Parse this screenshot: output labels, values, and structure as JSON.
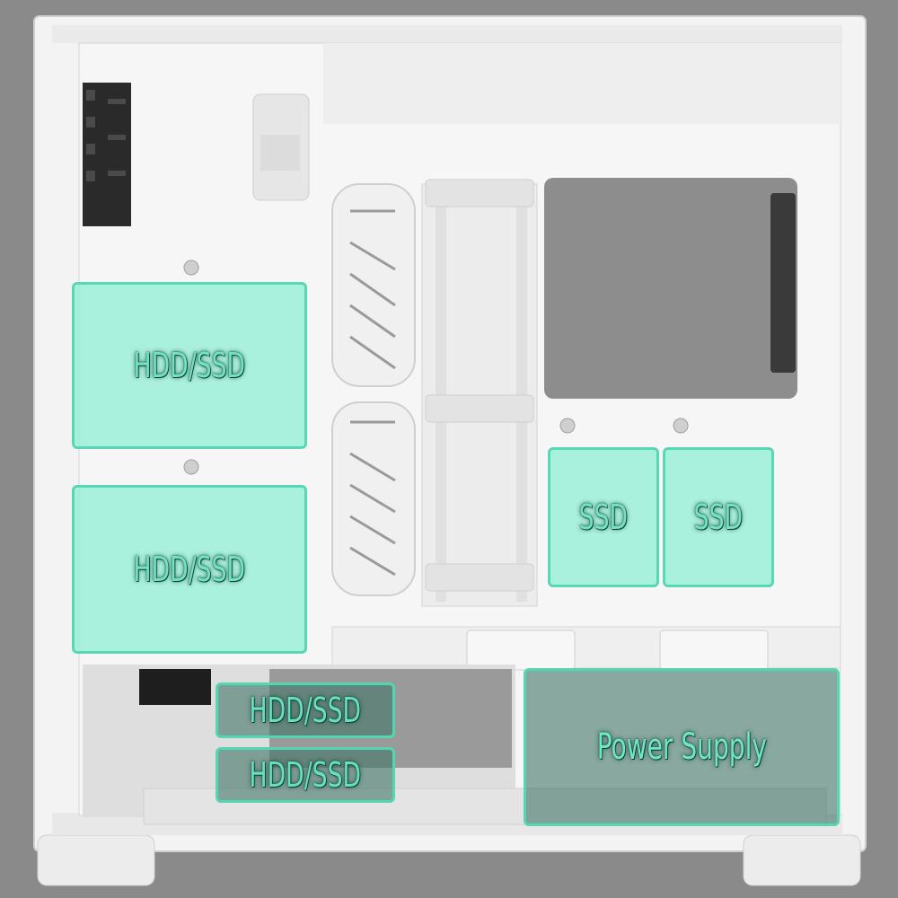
{
  "case_image": {
    "colors": {
      "background": "#8a8a8a",
      "chassis": "#f2f2f2",
      "highlight_light": "#8ceed2",
      "highlight_dark": "#467869",
      "label": "#6fe3c2"
    }
  },
  "zones": {
    "hdd_bay_top": "HDD/SSD",
    "hdd_bay_mid": "HDD/SSD",
    "ssd_left": "SSD",
    "ssd_right": "SSD",
    "hdd_basement_top": "HDD/SSD",
    "hdd_basement_bottom": "HDD/SSD",
    "power_supply": "Power Supply"
  }
}
